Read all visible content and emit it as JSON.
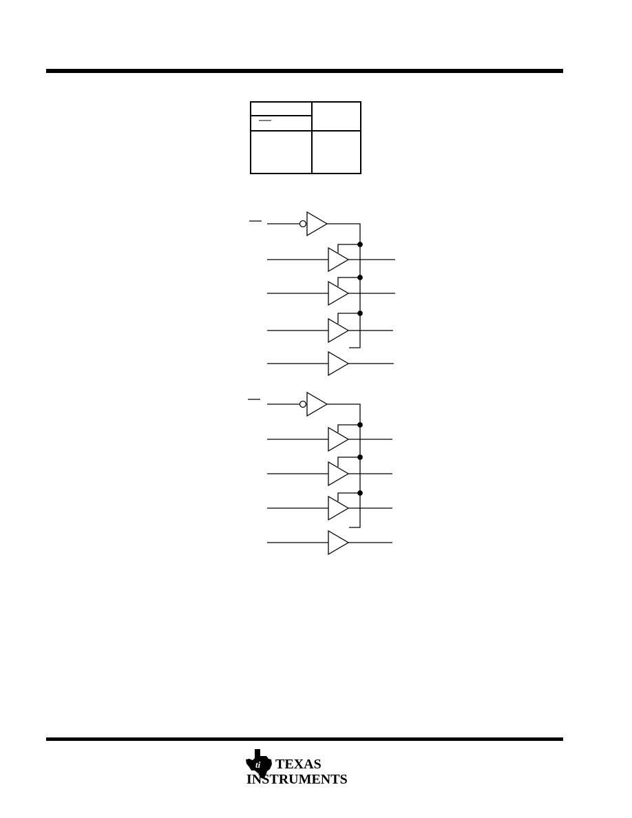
{
  "page": {
    "header_rule_color": "#000000",
    "footer_rule_color": "#000000"
  },
  "function_table": {
    "rows_visible": 2,
    "columns_visible": 2
  },
  "logic_diagram": {
    "groups": [
      {
        "name": "group-1",
        "enable_inverted": true,
        "buffers": 4
      },
      {
        "name": "group-2",
        "enable_inverted": true,
        "buffers": 4
      }
    ]
  },
  "footer": {
    "logo": {
      "icon": "texas-state-ti-icon",
      "line1": "TEXAS",
      "line2": "INSTRUMENTS"
    }
  }
}
